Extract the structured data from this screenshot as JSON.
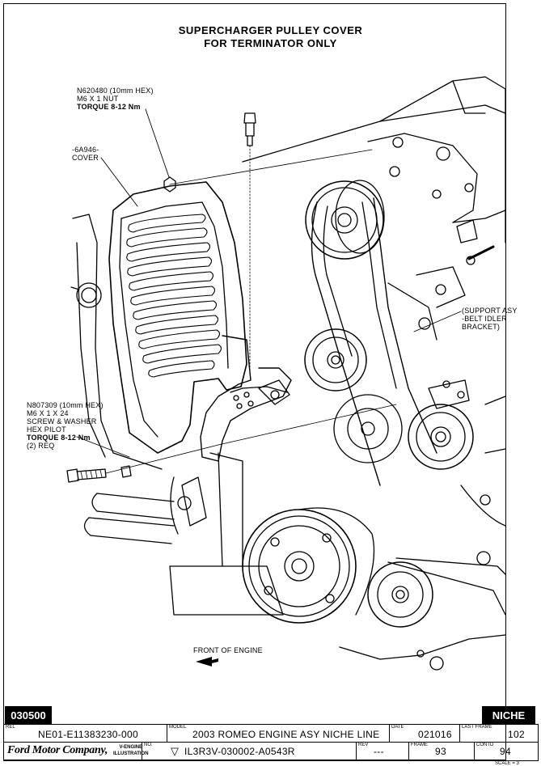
{
  "title": {
    "line1": "SUPERCHARGER PULLEY COVER",
    "line2": "FOR TERMINATOR ONLY"
  },
  "callouts": {
    "nut": {
      "line1": "N620480 (10mm HEX)",
      "line2": "M6 X 1 NUT",
      "line3": "TORQUE 8-12 Nm"
    },
    "cover": {
      "line1": "-6A946-",
      "line2": "COVER"
    },
    "support": {
      "line1": "(SUPPORT ASY",
      "line2": "-BELT IDLER",
      "line3": "BRACKET)"
    },
    "screw": {
      "line1": "N807309 (10mm HEX)",
      "line2": "M6 X 1 X 24",
      "line3": "SCREW & WASHER",
      "line4": "HEX PILOT",
      "line5": "TORQUE 8-12 Nm",
      "line6": "(2) REQ"
    },
    "front": "FRONT OF ENGINE"
  },
  "title_block": {
    "code_left": "030500",
    "code_right": "NICHE",
    "rel_label": "REL",
    "rel_value": "NE01-E11383230-000",
    "model_label": "MODEL",
    "model_value": "2003 ROMEO ENGINE ASY NICHE LINE",
    "date_label": "DATE",
    "date_value": "021016",
    "last_frame_label": "LAST FRAME",
    "last_frame_value": "102",
    "company": "Ford Motor Company,",
    "dept_line1": "V-ENGINE",
    "dept_line2": "ILLUSTRATION",
    "no_label": "NO.",
    "no_value": "IL3R3V-030002-A0543R",
    "rev_label": "REV",
    "rev_value": "---",
    "frame_label": "FRAME",
    "frame_value": "93",
    "contd_label": "CONTD",
    "contd_value": "94",
    "scale": "SCALE = 3"
  }
}
